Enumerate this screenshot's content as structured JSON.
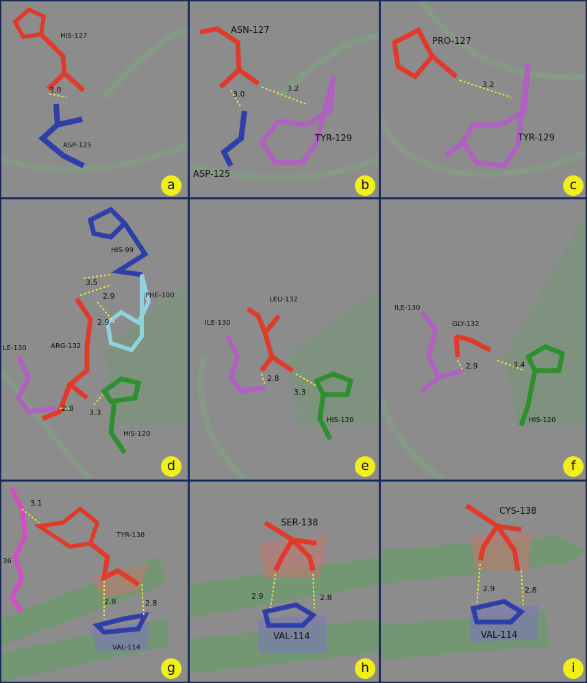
{
  "panels": {
    "a": {
      "letter": "a",
      "labels": [
        "HIS-127",
        "ASP-125"
      ],
      "distances": [
        "3.0"
      ]
    },
    "b": {
      "letter": "b",
      "labels": [
        "ASN-127",
        "TYR-129",
        "ASP-125"
      ],
      "distances": [
        "3.0",
        "3.2"
      ]
    },
    "c": {
      "letter": "c",
      "labels": [
        "PRO-127",
        "TYR-129"
      ],
      "distances": [
        "3.2"
      ]
    },
    "d": {
      "letter": "d",
      "labels": [
        "HIS-99",
        "PHE-100",
        "ARG-132",
        "LE-130",
        "HIS-120"
      ],
      "distances": [
        "3.5",
        "2.9",
        "2.9",
        "2.8",
        "3.3"
      ]
    },
    "e": {
      "letter": "e",
      "labels": [
        "LEU-132",
        "ILE-130",
        "HIS-120"
      ],
      "distances": [
        "2.8",
        "3.3"
      ]
    },
    "f": {
      "letter": "f",
      "labels": [
        "ILE-130",
        "GLY-132",
        "HIS-120"
      ],
      "distances": [
        "2.9",
        "3.4"
      ]
    },
    "g": {
      "letter": "g",
      "labels": [
        "TYR-138",
        "36",
        "VAL-114"
      ],
      "distances": [
        "3.1",
        "2.8",
        "2.8"
      ]
    },
    "h": {
      "letter": "h",
      "labels": [
        "SER-138",
        "VAL-114"
      ],
      "distances": [
        "2.9",
        "2.8"
      ]
    },
    "i": {
      "letter": "i",
      "labels": [
        "CYS-138",
        "VAL-114"
      ],
      "distances": [
        "2.9",
        "2.8"
      ]
    }
  },
  "colors": {
    "red": "#e03a2a",
    "blue": "#2f3fa8",
    "purple": "#b060c0",
    "green": "#2f8f2f",
    "cyan": "#8fd3dd",
    "magenta": "#d050c0",
    "ribbon": "#7fa57f",
    "badge": "#f2ee1a"
  }
}
